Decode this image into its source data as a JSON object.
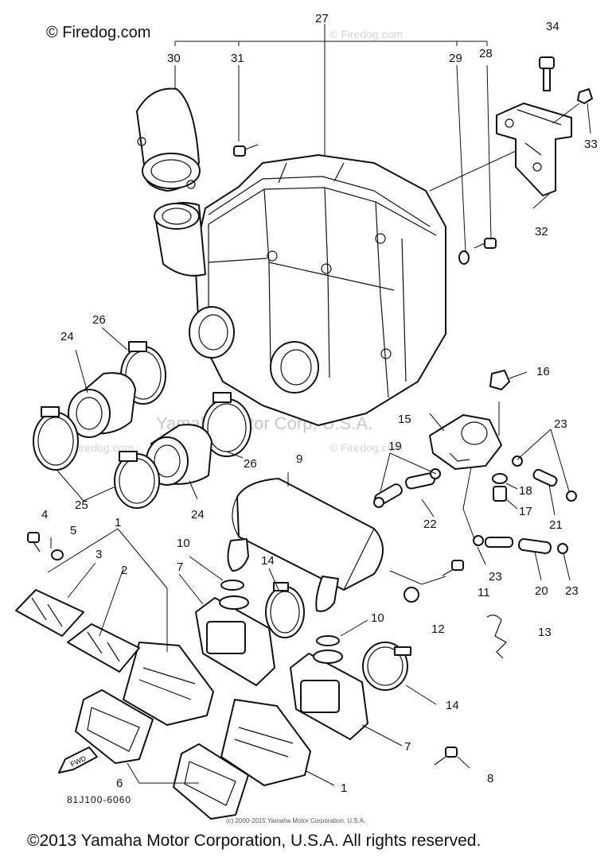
{
  "copyright_top": "© Firedog.com",
  "copyright_bottom": "©2013 Yamaha Motor Corporation, U.S.A. All rights reserved.",
  "small_copyright": "(c) 2000-2015 Yamaha Motor Corporation, U.S.A.",
  "diagram_code": "81J100-6060",
  "watermark_main": "Yamaha Motor Corp, U.S.A.",
  "watermark_site": "© Firedog.com",
  "fwd_label": "FWD",
  "callouts": {
    "c1a": "1",
    "c1b": "1",
    "c2": "2",
    "c3": "3",
    "c4": "4",
    "c5": "5",
    "c6": "6",
    "c7a": "7",
    "c7b": "7",
    "c8": "8",
    "c9": "9",
    "c10a": "10",
    "c10b": "10",
    "c11": "11",
    "c12": "12",
    "c13": "13",
    "c14a": "14",
    "c14b": "14",
    "c15": "15",
    "c16": "16",
    "c17": "17",
    "c18": "18",
    "c19": "19",
    "c20": "20",
    "c21": "21",
    "c22": "22",
    "c23a": "23",
    "c23b": "23",
    "c23c": "23",
    "c24a": "24",
    "c24b": "24",
    "c25": "25",
    "c26a": "26",
    "c26b": "26",
    "c27": "27",
    "c28": "28",
    "c29": "29",
    "c30": "30",
    "c31": "31",
    "c32": "32",
    "c33": "33",
    "c34": "34"
  }
}
